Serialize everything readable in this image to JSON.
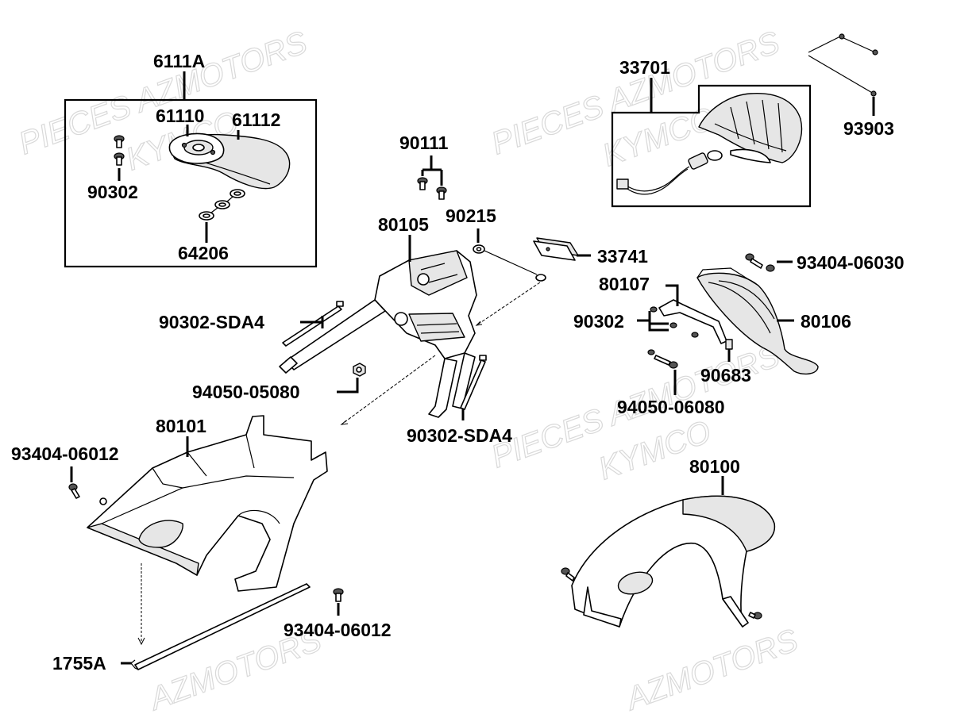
{
  "watermark": {
    "lines": [
      "PIECES AZMOTORS",
      "KYMCO",
      "PIECES AZMOTORS",
      "KYMCO",
      "PIECES AZMOTORS",
      "KYMCO",
      "AZMOTORS",
      "AZMOTORS"
    ]
  },
  "callouts": [
    {
      "id": "6111A",
      "text": "6111A"
    },
    {
      "id": "61110",
      "text": "61110"
    },
    {
      "id": "61112",
      "text": "61112"
    },
    {
      "id": "90302-a",
      "text": "90302"
    },
    {
      "id": "64206",
      "text": "64206"
    },
    {
      "id": "90111",
      "text": "90111"
    },
    {
      "id": "80105",
      "text": "80105"
    },
    {
      "id": "90215",
      "text": "90215"
    },
    {
      "id": "33701",
      "text": "33701"
    },
    {
      "id": "93903",
      "text": "93903"
    },
    {
      "id": "33741",
      "text": "33741"
    },
    {
      "id": "93404-06030",
      "text": "93404-06030"
    },
    {
      "id": "80107",
      "text": "80107"
    },
    {
      "id": "90302-b",
      "text": "90302"
    },
    {
      "id": "80106",
      "text": "80106"
    },
    {
      "id": "90683",
      "text": "90683"
    },
    {
      "id": "94050-06080",
      "text": "94050-06080"
    },
    {
      "id": "90302-SDA4-a",
      "text": "90302-SDA4"
    },
    {
      "id": "94050-05080",
      "text": "94050-05080"
    },
    {
      "id": "90302-SDA4-b",
      "text": "90302-SDA4"
    },
    {
      "id": "80101",
      "text": "80101"
    },
    {
      "id": "93404-06012-a",
      "text": "93404-06012"
    },
    {
      "id": "80100",
      "text": "80100"
    },
    {
      "id": "93404-06012-b",
      "text": "93404-06012"
    },
    {
      "id": "1755A",
      "text": "1755A"
    }
  ]
}
